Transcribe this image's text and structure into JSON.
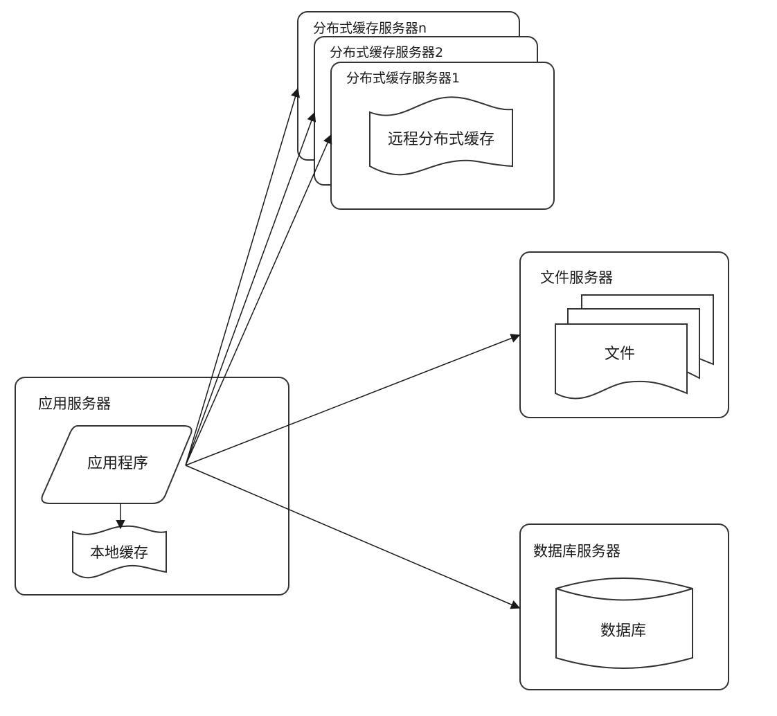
{
  "diagram": {
    "distributed_cache": {
      "servers": [
        {
          "label": "分布式缓存服务器n"
        },
        {
          "label": "分布式缓存服务器2"
        },
        {
          "label": "分布式缓存服务器1"
        }
      ],
      "cache_label": "远程分布式缓存"
    },
    "app_server": {
      "label": "应用服务器",
      "program_label": "应用程序",
      "local_cache_label": "本地缓存"
    },
    "file_server": {
      "label": "文件服务器",
      "file_label": "文件"
    },
    "db_server": {
      "label": "数据库服务器",
      "db_label": "数据库"
    },
    "connections": [
      {
        "from": "应用程序",
        "to": "分布式缓存服务器n"
      },
      {
        "from": "应用程序",
        "to": "分布式缓存服务器2"
      },
      {
        "from": "应用程序",
        "to": "分布式缓存服务器1"
      },
      {
        "from": "应用程序",
        "to": "文件服务器"
      },
      {
        "from": "应用程序",
        "to": "数据库服务器"
      },
      {
        "from": "应用程序",
        "to": "本地缓存"
      }
    ]
  }
}
